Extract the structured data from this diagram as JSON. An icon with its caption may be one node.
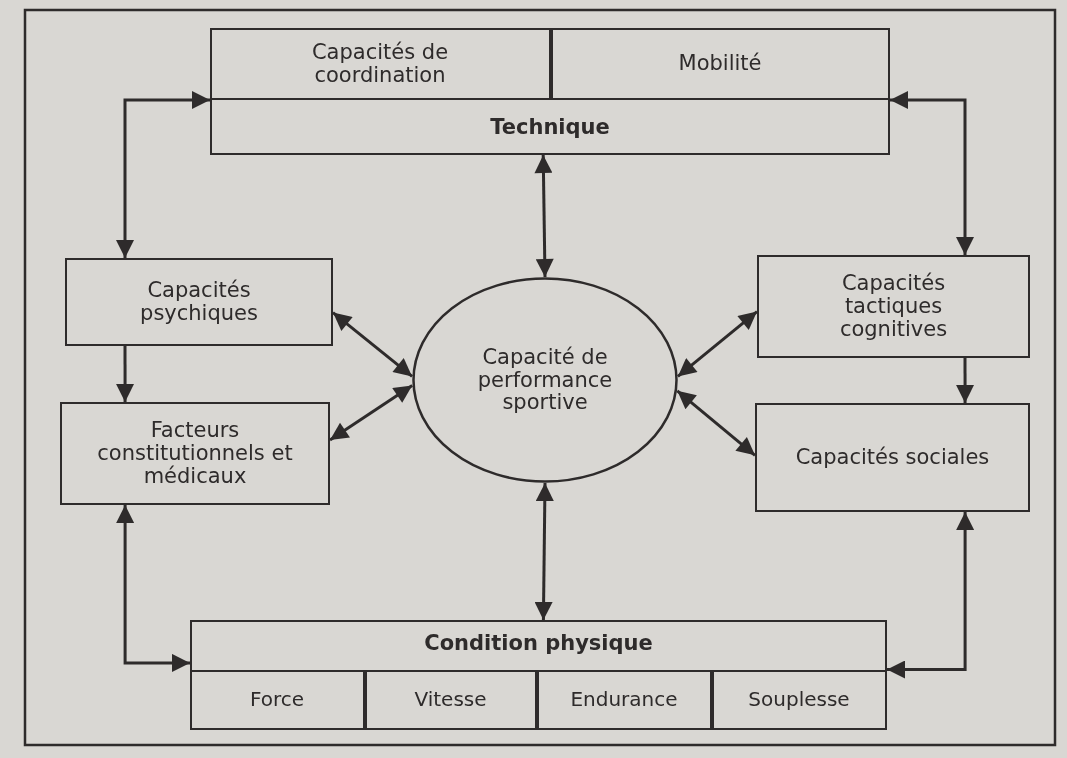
{
  "diagram": {
    "nodes": [
      {
        "text": [
          "Technique"
        ]
      },
      {
        "text": [
          "Capacités de coordination"
        ],
        "in": 0
      },
      {
        "text": [
          "Mobilité"
        ],
        "in": 0
      },
      {
        "text": [
          "Capacités psychiques"
        ]
      },
      {
        "text": [
          "Facteurs constitutionnels et médicaux"
        ]
      },
      {
        "text": [
          "Capacité de performance sportive"
        ]
      },
      {
        "text": [
          "Capacités tactiques cognitives"
        ]
      },
      {
        "text": [
          "Capacités sociales"
        ]
      },
      {
        "text": [
          "Condition physique"
        ]
      },
      {
        "text": [
          "Force"
        ],
        "in": 8
      },
      {
        "text": [
          "Vitesse"
        ],
        "in": 8
      },
      {
        "text": [
          "Endurance"
        ],
        "in": 8
      },
      {
        "text": [
          "Souplesse"
        ],
        "in": 8
      }
    ],
    "edges": [
      {
        "from": 0,
        "to": 3,
        "arrow": "both"
      },
      {
        "from": 0,
        "to": 6,
        "arrow": "both"
      },
      {
        "from": 0,
        "to": 5,
        "arrow": "both"
      },
      {
        "from": 3,
        "to": 5,
        "arrow": "both"
      },
      {
        "from": 4,
        "to": 5,
        "arrow": "both"
      },
      {
        "from": 6,
        "to": 5,
        "arrow": "both"
      },
      {
        "from": 7,
        "to": 5,
        "arrow": "both"
      },
      {
        "from": 3,
        "to": 4,
        "arrow": "to"
      },
      {
        "from": 6,
        "to": 7,
        "arrow": "to"
      },
      {
        "from": 4,
        "to": 8,
        "arrow": "both"
      },
      {
        "from": 7,
        "to": 8,
        "arrow": "both"
      },
      {
        "from": 5,
        "to": 8,
        "arrow": "both"
      }
    ]
  }
}
